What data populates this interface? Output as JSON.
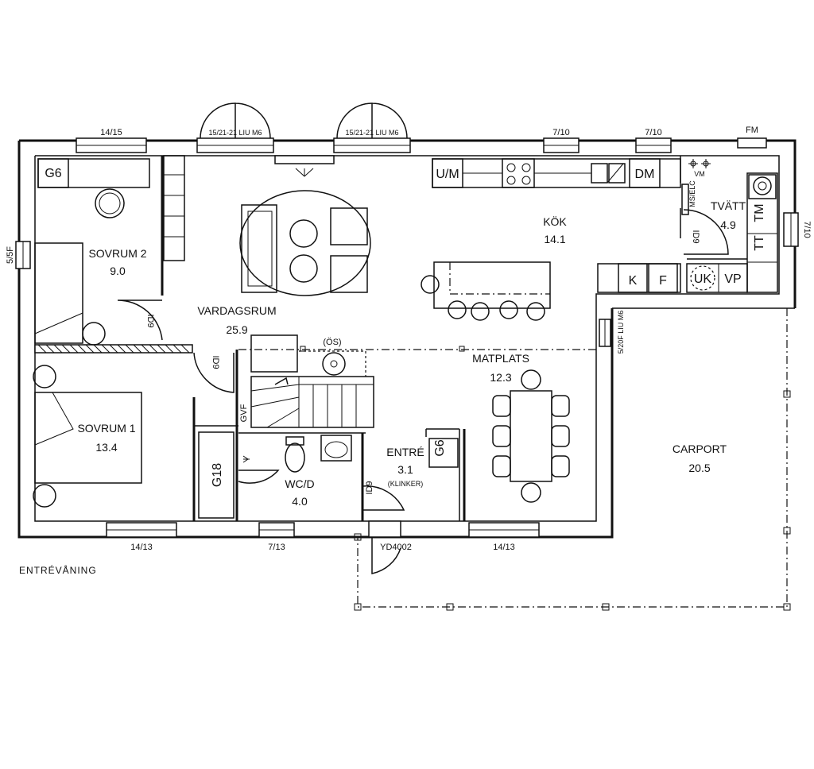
{
  "rooms": {
    "sovrum2": {
      "name": "SOVRUM 2",
      "area": "9.0"
    },
    "sovrum1": {
      "name": "SOVRUM 1",
      "area": "13.4"
    },
    "vardagsrum": {
      "name": "VARDAGSRUM",
      "area": "25.9"
    },
    "kok": {
      "name": "KÖK",
      "area": "14.1"
    },
    "tvatt": {
      "name": "TVÄTT",
      "area": "4.9"
    },
    "matplats": {
      "name": "MATPLATS",
      "area": "12.3"
    },
    "entre": {
      "name": "ENTRÉ",
      "area": "3.1",
      "note": "(KLINKER)"
    },
    "wcd": {
      "name": "WC/D",
      "area": "4.0"
    },
    "carport": {
      "name": "CARPORT",
      "area": "20.5"
    }
  },
  "windows": {
    "top_1415": "14/15",
    "top_liu_1": "15/21-21 LIU M6",
    "top_liu_2": "15/21-21 LIU M6",
    "top_710_1": "7/10",
    "top_710_2": "7/10",
    "fm": "FM",
    "left_55f": "5/5F",
    "right_710": "7/10",
    "side_520": "5/20F LIU M6",
    "bot_1413_1": "14/13",
    "bot_713": "7/13",
    "bot_yd": "YD4002",
    "bot_1413_2": "14/13"
  },
  "fixtures": {
    "g6_sov2": "G6",
    "g6_entre": "G6",
    "g18": "G18",
    "um": "U/M",
    "dm": "DM",
    "vm": "VM",
    "mselc": "MS/ELC",
    "tm": "TM",
    "tt": "TT",
    "k": "K",
    "f": "F",
    "uk": "UK",
    "vp": "VP",
    "os": "(ÖS)",
    "gvf": "GVF"
  },
  "doors": {
    "id9_sov2": "ID9",
    "id9_sov1": "ID9",
    "id9_wc": "ID9",
    "id9_tvatt": "ID9"
  },
  "footer": {
    "floor_label": "ENTRÉVÅNING"
  }
}
